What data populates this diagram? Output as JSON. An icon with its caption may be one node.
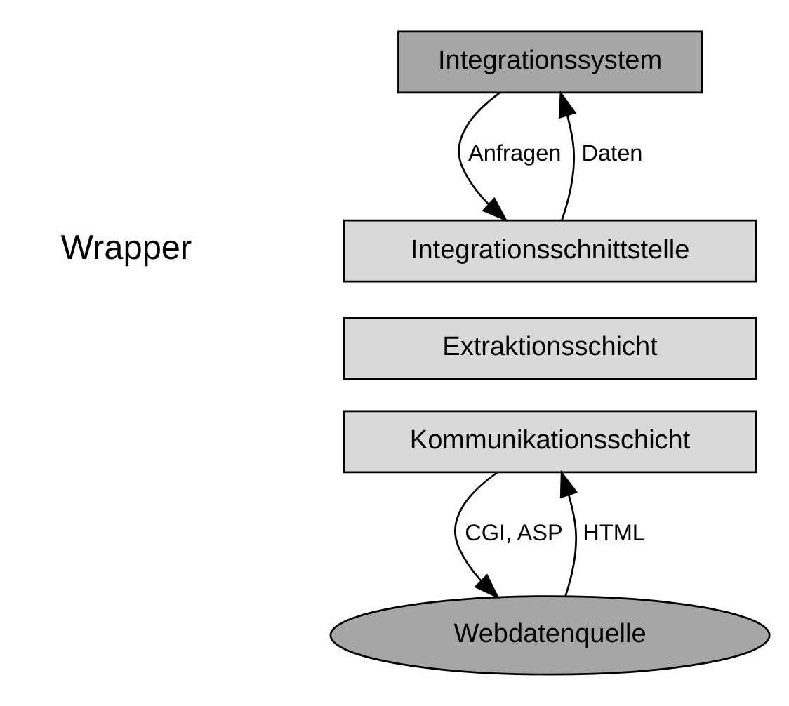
{
  "diagram": {
    "nodes": [
      {
        "text": [
          "Integrationssystem"
        ]
      },
      {
        "text": [
          "Integrationsschnittstelle"
        ]
      },
      {
        "text": [
          "Extraktionsschicht"
        ]
      },
      {
        "text": [
          "Kommunikationsschicht"
        ]
      },
      {
        "text": [
          "Webdatenquelle"
        ]
      }
    ],
    "edges": [
      {
        "from": 0,
        "to": 1,
        "arrow": "to",
        "label": "Anfragen"
      },
      {
        "from": 1,
        "to": 0,
        "arrow": "to",
        "label": "Daten"
      },
      {
        "from": 3,
        "to": 4,
        "arrow": "to",
        "label": "CGI, ASP"
      },
      {
        "from": 4,
        "to": 3,
        "arrow": "to",
        "label": "HTML"
      }
    ],
    "labels": [
      "Wrapper"
    ]
  }
}
